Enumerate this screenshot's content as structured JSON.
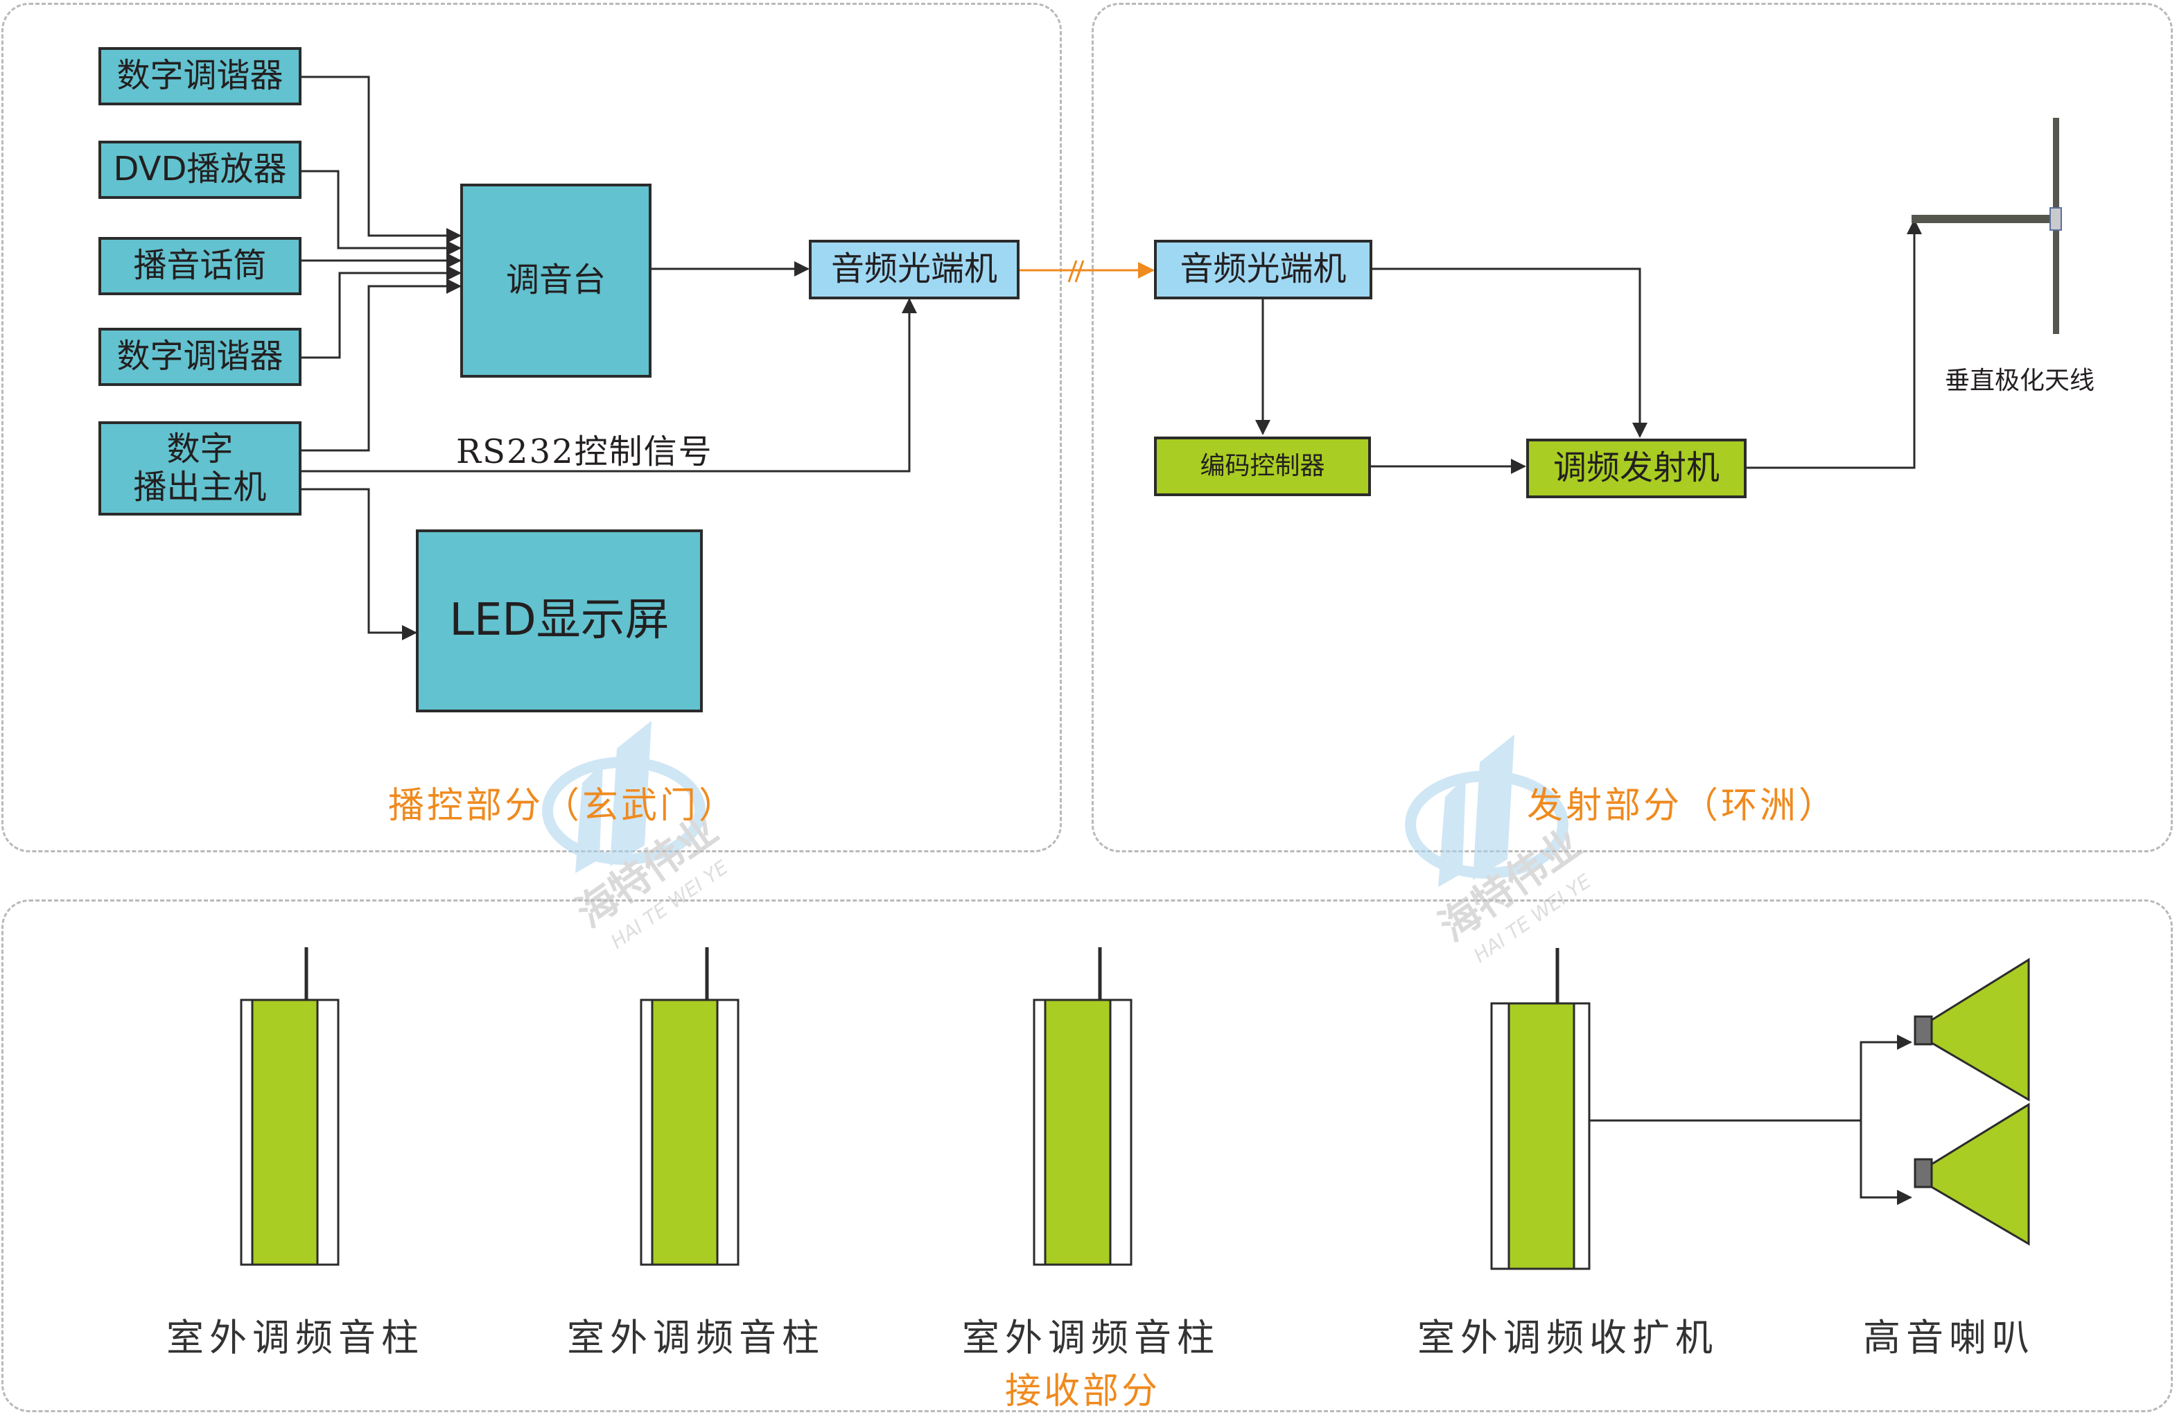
{
  "sections": {
    "control": "播控部分（玄武门）",
    "transmit": "发射部分（环洲）",
    "receive": "接收部分"
  },
  "control": {
    "sources": [
      "数字调谐器",
      "DVD播放器",
      "播音话筒",
      "数字调谐器"
    ],
    "playout_host": [
      "数字",
      "播出主机"
    ],
    "mixer": "调音台",
    "optical_tx": "音频光端机",
    "led_screen": "LED显示屏",
    "rs232_label": "RS232控制信号"
  },
  "transmit": {
    "optical_rx": "音频光端机",
    "encoder": "编码控制器",
    "fm_transmitter": "调频发射机",
    "antenna_label": "垂直极化天线"
  },
  "receive": {
    "column_speakers": [
      "室外调频音柱",
      "室外调频音柱",
      "室外调频音柱"
    ],
    "receiver_amp": "室外调频收扩机",
    "horn_speakers": "高音喇叭"
  },
  "watermark": {
    "cn": "海特伟业",
    "en": "HAI TE WEI YE"
  },
  "colors": {
    "teal_box": "#62c2cf",
    "sky_box": "#9fd8f3",
    "lime_box": "#a9cd22",
    "fiber_link": "#ef8a1e",
    "section_title": "#ef8a1e",
    "line": "#2b2b2b"
  }
}
